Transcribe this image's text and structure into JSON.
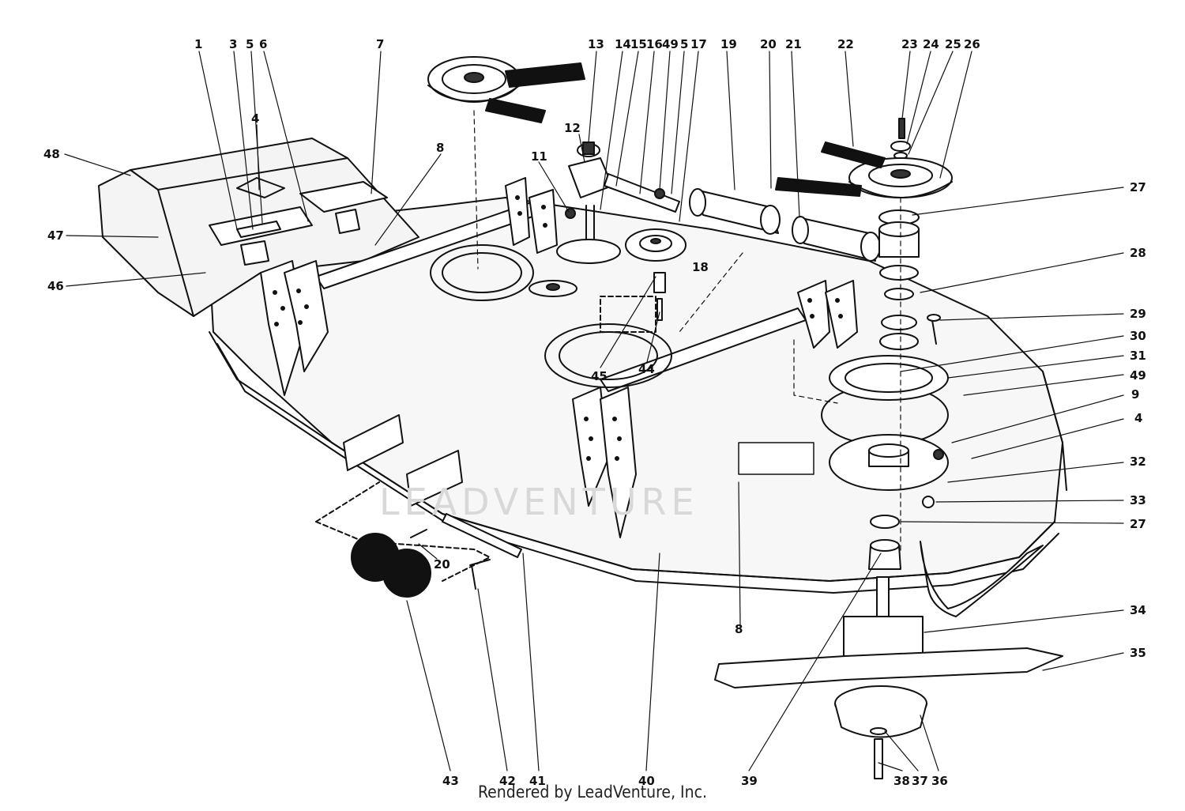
{
  "diagram": {
    "callouts": [
      {
        "id": "c1",
        "label": "1"
      },
      {
        "id": "c3",
        "label": "3"
      },
      {
        "id": "c5a",
        "label": "5"
      },
      {
        "id": "c6",
        "label": "6"
      },
      {
        "id": "c4a",
        "label": "4"
      },
      {
        "id": "c7",
        "label": "7"
      },
      {
        "id": "c48",
        "label": "48"
      },
      {
        "id": "c47",
        "label": "47"
      },
      {
        "id": "c46",
        "label": "46"
      },
      {
        "id": "c8a",
        "label": "8"
      },
      {
        "id": "c13",
        "label": "13"
      },
      {
        "id": "c12",
        "label": "12"
      },
      {
        "id": "c11",
        "label": "11"
      },
      {
        "id": "c14",
        "label": "14"
      },
      {
        "id": "c15",
        "label": "15"
      },
      {
        "id": "c16",
        "label": "16"
      },
      {
        "id": "c49a",
        "label": "49"
      },
      {
        "id": "c5b",
        "label": "5"
      },
      {
        "id": "c17",
        "label": "17"
      },
      {
        "id": "c18",
        "label": "18"
      },
      {
        "id": "c19",
        "label": "19"
      },
      {
        "id": "c20a",
        "label": "20"
      },
      {
        "id": "c21",
        "label": "21"
      },
      {
        "id": "c22",
        "label": "22"
      },
      {
        "id": "c23",
        "label": "23"
      },
      {
        "id": "c24",
        "label": "24"
      },
      {
        "id": "c25",
        "label": "25"
      },
      {
        "id": "c26",
        "label": "26"
      },
      {
        "id": "c27a",
        "label": "27"
      },
      {
        "id": "c28",
        "label": "28"
      },
      {
        "id": "c29",
        "label": "29"
      },
      {
        "id": "c30",
        "label": "30"
      },
      {
        "id": "c31",
        "label": "31"
      },
      {
        "id": "c49b",
        "label": "49"
      },
      {
        "id": "c9",
        "label": "9"
      },
      {
        "id": "c4b",
        "label": "4"
      },
      {
        "id": "c32",
        "label": "32"
      },
      {
        "id": "c33",
        "label": "33"
      },
      {
        "id": "c27b",
        "label": "27"
      },
      {
        "id": "c34",
        "label": "34"
      },
      {
        "id": "c35",
        "label": "35"
      },
      {
        "id": "c45",
        "label": "45"
      },
      {
        "id": "c44",
        "label": "44"
      },
      {
        "id": "c20b",
        "label": "20"
      },
      {
        "id": "c8b",
        "label": "8"
      },
      {
        "id": "c43",
        "label": "43"
      },
      {
        "id": "c42",
        "label": "42"
      },
      {
        "id": "c41",
        "label": "41"
      },
      {
        "id": "c40",
        "label": "40"
      },
      {
        "id": "c39",
        "label": "39"
      },
      {
        "id": "c38",
        "label": "38"
      },
      {
        "id": "c37",
        "label": "37"
      },
      {
        "id": "c36",
        "label": "36"
      }
    ]
  },
  "watermark": "LEADVENTURE",
  "footer": "Rendered by LeadVenture, Inc."
}
